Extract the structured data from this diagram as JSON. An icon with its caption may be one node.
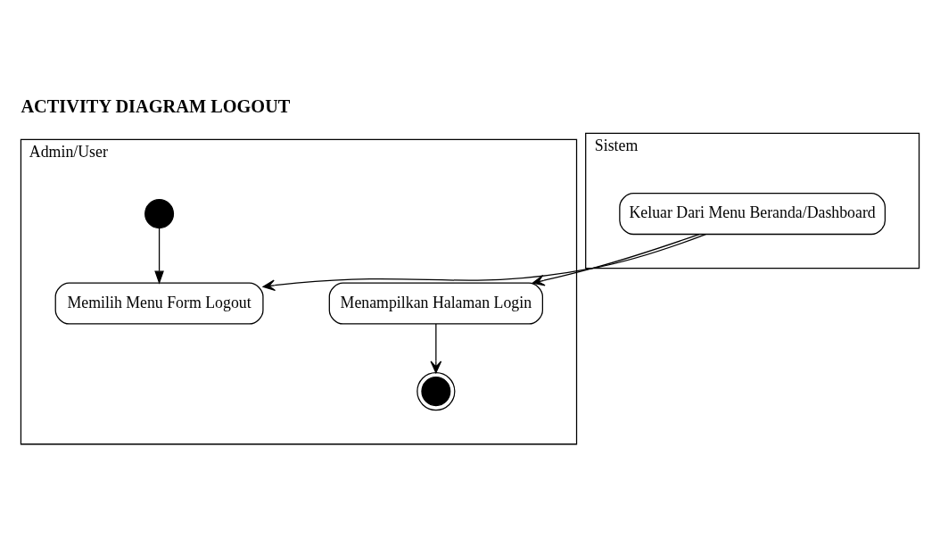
{
  "diagram": {
    "title": "ACTIVITY DIAGRAM LOGOUT",
    "nodes": [
      {
        "text": [
          "Admin/User"
        ]
      },
      {
        "text": [],
        "shape": "circle",
        "in": 0
      },
      {
        "text": [
          "Memilih Menu Form Logout"
        ],
        "in": 0
      },
      {
        "text": [
          "Menampilkan Halaman Login"
        ],
        "in": 0
      },
      {
        "text": [],
        "shape": "circle",
        "in": 0
      },
      {
        "text": [
          "Sistem"
        ]
      },
      {
        "text": [
          "Keluar Dari Menu Beranda/Dashboard"
        ],
        "in": 5
      }
    ],
    "edges": [
      {
        "from": 1,
        "to": 2,
        "arrow": "to"
      },
      {
        "from": 6,
        "to": 2,
        "arrow": "to"
      },
      {
        "from": 6,
        "to": 3,
        "arrow": "to"
      },
      {
        "from": 3,
        "to": 4,
        "arrow": "to"
      }
    ]
  }
}
